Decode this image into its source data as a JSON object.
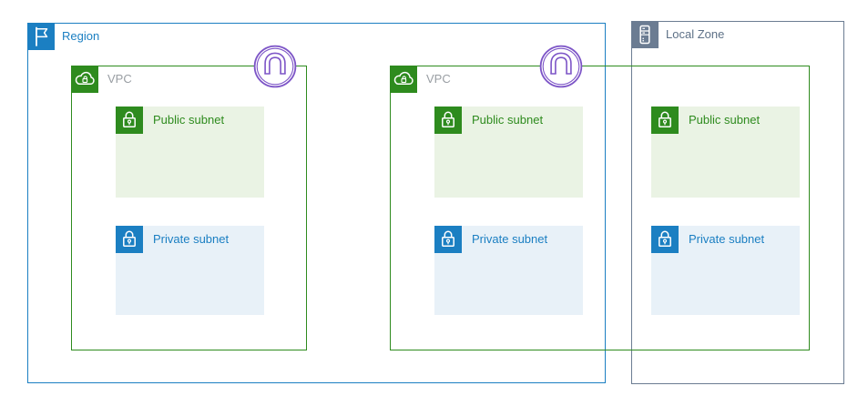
{
  "region": {
    "label": "Region"
  },
  "local_zone": {
    "label": "Local Zone"
  },
  "vpc_left": {
    "label": "VPC"
  },
  "vpc_right": {
    "label": "VPC"
  },
  "subnet_labels": {
    "public": "Public subnet",
    "private": "Private subnet"
  },
  "icons": {
    "region": "flag-icon",
    "local_zone": "server-icon",
    "vpc": "cloud-lock-icon",
    "public_subnet": "lock-icon",
    "private_subnet": "lock-icon",
    "peering": "vpc-peering-icon"
  },
  "colors": {
    "region_blue": "#1B7FC2",
    "vpc_green": "#2E8B1E",
    "public_subnet_bg": "#EAF3E4",
    "public_subnet_text": "#2E8B1E",
    "private_subnet_bg": "#E8F1F8",
    "private_subnet_text": "#1B7FC2",
    "local_zone_slate": "#6B7C92",
    "local_zone_text": "#5E7187",
    "vpc_label_gray": "#999EA3",
    "peering_purple": "#7D55C7"
  }
}
